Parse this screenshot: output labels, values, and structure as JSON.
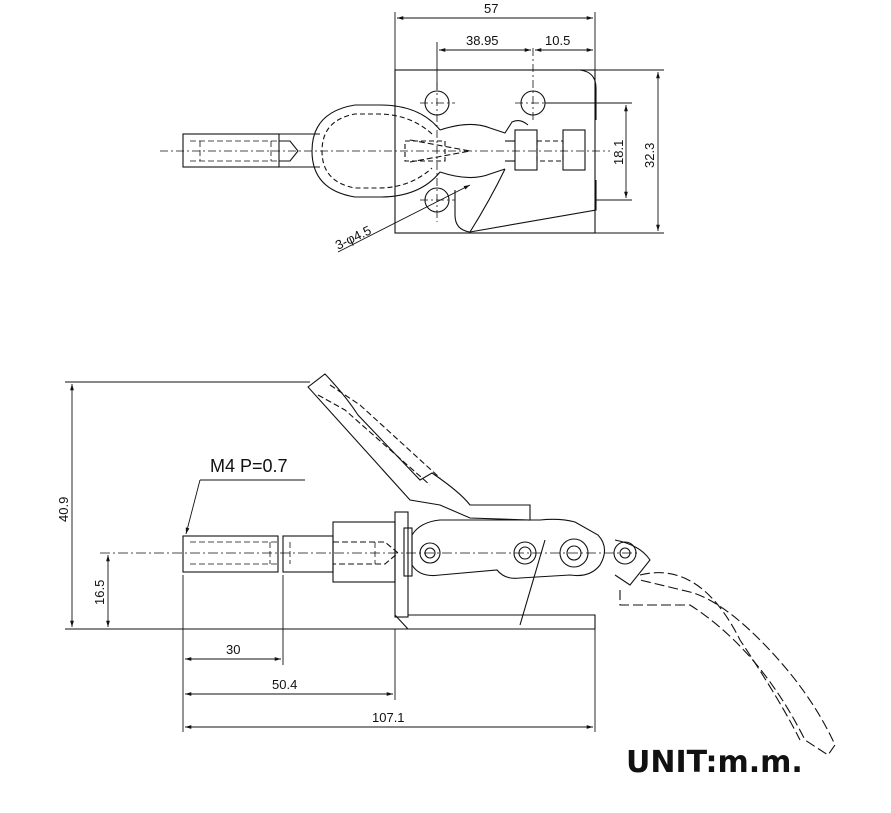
{
  "top_view": {
    "dims": {
      "width": "57",
      "hole_offset": "38.95",
      "hole_pitch": "10.5",
      "height_inner": "18.1",
      "height_outer": "32.3",
      "holes": "3-φ4.5"
    }
  },
  "side_view": {
    "dims": {
      "height": "40.9",
      "axis_height": "16.5",
      "thread": "M4 P=0.7",
      "stroke": "30",
      "plunger_len": "50.4",
      "overall_len": "107.1"
    }
  },
  "unit_label": "UNIT:m.m."
}
